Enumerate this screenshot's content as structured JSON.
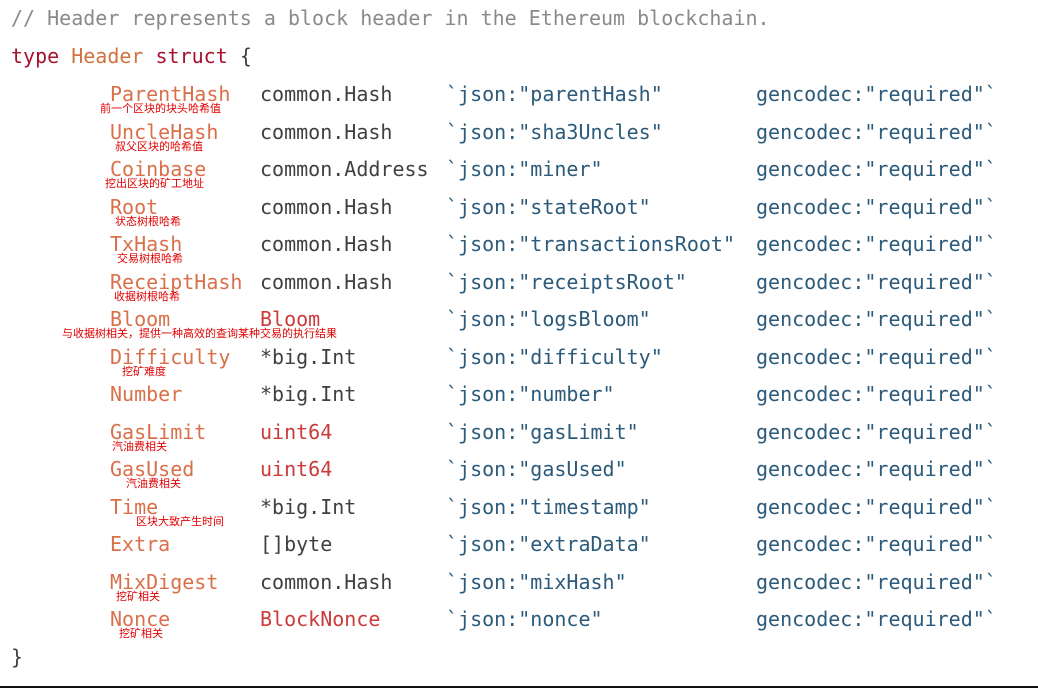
{
  "comment": "// Header represents a block header in the Ethereum blockchain.",
  "declaration": {
    "keyword": "type",
    "name": "Header",
    "kind": "struct",
    "open": "{"
  },
  "close": "}",
  "fields": [
    {
      "name": "ParentHash",
      "type": "common.Hash",
      "type_builtin": false,
      "tag": "`json:\"parentHash\"",
      "gencodec": "gencodec:\"required\"`",
      "note": "前一个区块的块头哈希值"
    },
    {
      "name": "UncleHash",
      "type": "common.Hash",
      "type_builtin": false,
      "tag": "`json:\"sha3Uncles\"",
      "gencodec": "gencodec:\"required\"`",
      "note": "叔父区块的哈希值"
    },
    {
      "name": "Coinbase",
      "type": "common.Address",
      "type_builtin": false,
      "tag": "`json:\"miner\"",
      "gencodec": "gencodec:\"required\"`",
      "note": "挖出区块的矿工地址"
    },
    {
      "name": "Root",
      "type": "common.Hash",
      "type_builtin": false,
      "tag": "`json:\"stateRoot\"",
      "gencodec": "gencodec:\"required\"`",
      "note": "状态树根哈希"
    },
    {
      "name": "TxHash",
      "type": "common.Hash",
      "type_builtin": false,
      "tag": "`json:\"transactionsRoot\"",
      "gencodec": "gencodec:\"required\"`",
      "note": "交易树根哈希"
    },
    {
      "name": "ReceiptHash",
      "type": "common.Hash",
      "type_builtin": false,
      "tag": "`json:\"receiptsRoot\"",
      "gencodec": "gencodec:\"required\"`",
      "note": "收据树根哈希"
    },
    {
      "name": "Bloom",
      "type": "Bloom",
      "type_builtin": true,
      "tag": "`json:\"logsBloom\"",
      "gencodec": "gencodec:\"required\"`",
      "note": "与收据树相关，提供一种高效的查询某种交易的执行结果"
    },
    {
      "name": "Difficulty",
      "type": "*big.Int",
      "type_builtin": false,
      "tag": "`json:\"difficulty\"",
      "gencodec": "gencodec:\"required\"`",
      "note": "挖矿难度"
    },
    {
      "name": "Number",
      "type": "*big.Int",
      "type_builtin": false,
      "tag": "`json:\"number\"",
      "gencodec": "gencodec:\"required\"`",
      "note": ""
    },
    {
      "name": "GasLimit",
      "type": "uint64",
      "type_builtin": true,
      "tag": "`json:\"gasLimit\"",
      "gencodec": "gencodec:\"required\"`",
      "note": "汽油费相关"
    },
    {
      "name": "GasUsed",
      "type": "uint64",
      "type_builtin": true,
      "tag": "`json:\"gasUsed\"",
      "gencodec": "gencodec:\"required\"`",
      "note": "汽油费相关"
    },
    {
      "name": "Time",
      "type": "*big.Int",
      "type_builtin": false,
      "tag": "`json:\"timestamp\"",
      "gencodec": "gencodec:\"required\"`",
      "note": "区块大致产生时间"
    },
    {
      "name": "Extra",
      "type": "[]byte",
      "type_builtin": false,
      "tag": "`json:\"extraData\"",
      "gencodec": "gencodec:\"required\"`",
      "note": ""
    },
    {
      "name": "MixDigest",
      "type": "common.Hash",
      "type_builtin": false,
      "tag": "`json:\"mixHash\"",
      "gencodec": "gencodec:\"required\"`",
      "note": "挖矿相关"
    },
    {
      "name": "Nonce",
      "type": "BlockNonce",
      "type_builtin": true,
      "tag": "`json:\"nonce\"",
      "gencodec": "gencodec:\"required\"`",
      "note": "挖矿相关"
    }
  ],
  "colors": {
    "comment": "#8a8a8a",
    "keyword": "#a4122e",
    "type_name": "#d07240",
    "field_name": "#d9704a",
    "builtin_type": "#cc3a3a",
    "tag": "#2c5a7a",
    "annotation": "#e00000"
  }
}
